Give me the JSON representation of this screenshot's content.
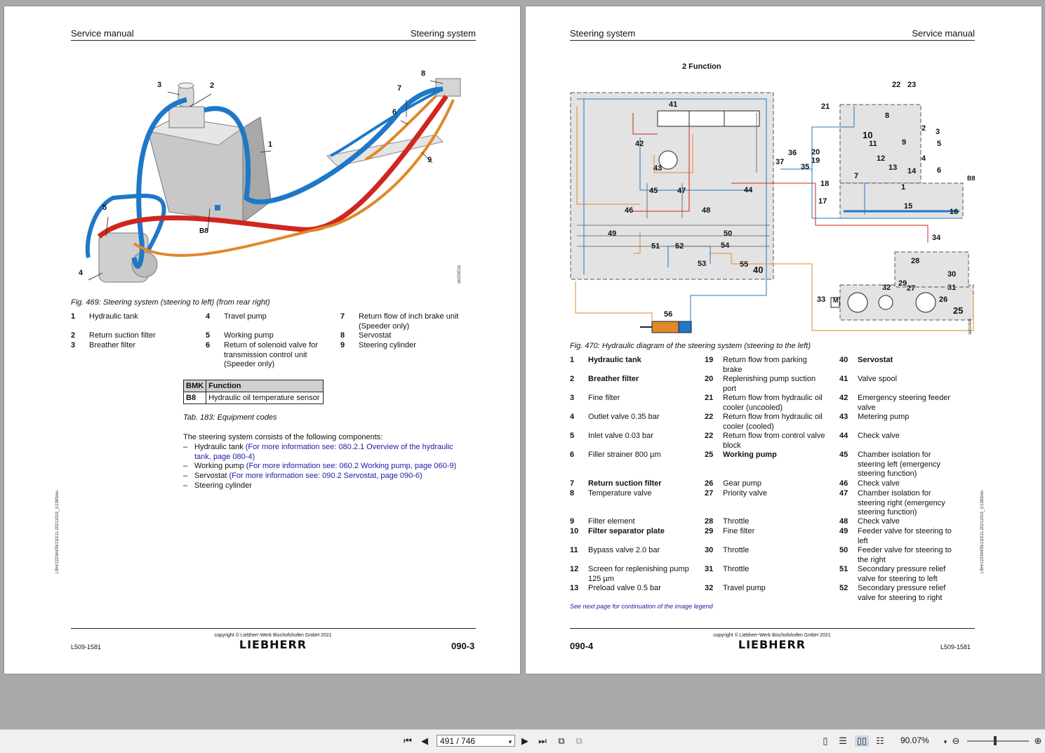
{
  "left_page": {
    "header_left": "Service manual",
    "header_right": "Steering system",
    "figure_callouts": [
      "1",
      "2",
      "3",
      "4",
      "5",
      "6",
      "7",
      "8",
      "9",
      "B8"
    ],
    "figure_code": "sk02401b",
    "caption": "Fig. 469: Steering system (steering to left) (from rear right)",
    "legend": [
      {
        "num": "1",
        "text": "Hydraulic tank"
      },
      {
        "num": "2",
        "text": "Return suction filter"
      },
      {
        "num": "3",
        "text": "Breather filter"
      },
      {
        "num": "4",
        "text": "Travel pump"
      },
      {
        "num": "5",
        "text": "Working pump"
      },
      {
        "num": "6",
        "text": "Return of solenoid valve for transmission control unit (Speeder only)"
      },
      {
        "num": "7",
        "text": "Return flow of inch brake unit (Speeder only)"
      },
      {
        "num": "8",
        "text": "Servostat"
      },
      {
        "num": "9",
        "text": "Steering cylinder"
      }
    ],
    "table": {
      "headers": [
        "BMK",
        "Function"
      ],
      "rows": [
        [
          "B8",
          "Hydraulic oil temperature sensor"
        ]
      ]
    },
    "table_caption": "Tab. 183: Equipment codes",
    "intro": "The steering system consists of the following components:",
    "bullets": [
      {
        "text": "Hydraulic tank ",
        "link": "(For more information see: 080.2.1 Overview of the hydraulic tank, page 080-4)"
      },
      {
        "text": "Working pump ",
        "link": "(For more information see: 060.2 Working pump, page 060-9)"
      },
      {
        "text": "Servostat ",
        "link": "(For more information see: 090.2 Servostat, page 090-6)"
      },
      {
        "text": "Steering cylinder",
        "link": ""
      }
    ],
    "side_code": "LBH/12234435/13/211-20211019_1/1383/en",
    "footer_doc": "L509-1581",
    "copyright": "copyright © Liebherr-Werk Bischofshofen GmbH 2021",
    "logo": "LIEBHERR",
    "page_number": "090-3"
  },
  "right_page": {
    "header_left": "Steering system",
    "header_right": "Service manual",
    "section_title": "2 Function",
    "diagram_code": "sk02400",
    "diagram_labels": [
      "41",
      "42",
      "43",
      "45",
      "46",
      "47",
      "48",
      "49",
      "50",
      "51",
      "52",
      "53",
      "54",
      "55",
      "40",
      "44",
      "36",
      "37",
      "35",
      "56",
      "21",
      "8",
      "10",
      "11",
      "9",
      "12",
      "13",
      "14",
      "20",
      "19",
      "7",
      "1",
      "2",
      "3",
      "5",
      "4",
      "6",
      "B8",
      "18",
      "17",
      "15",
      "16",
      "22",
      "23",
      "34",
      "28",
      "29",
      "27",
      "30",
      "31",
      "32",
      "33",
      "26",
      "25",
      "M"
    ],
    "caption": "Fig. 470: Hydraulic diagram of the steering system (steering to the left)",
    "legend_col1": [
      {
        "num": "1",
        "text": "Hydraulic tank",
        "bold": true
      },
      {
        "num": "2",
        "text": "Breather filter",
        "bold": true
      },
      {
        "num": "3",
        "text": "Fine filter",
        "bold": false
      },
      {
        "num": "4",
        "text": "Outlet valve 0.35 bar",
        "bold": false
      },
      {
        "num": "5",
        "text": "Inlet valve 0.03 bar",
        "bold": false
      },
      {
        "num": "6",
        "text": "Filler strainer 800 µm",
        "bold": false
      },
      {
        "num": "7",
        "text": "Return suction filter",
        "bold": true
      },
      {
        "num": "8",
        "text": "Temperature valve",
        "bold": false
      },
      {
        "num": "9",
        "text": "Filter element",
        "bold": false
      },
      {
        "num": "10",
        "text": "Filter separator plate",
        "bold": true
      },
      {
        "num": "11",
        "text": "Bypass valve 2.0 bar",
        "bold": false
      },
      {
        "num": "12",
        "text": "Screen for replenishing pump 125 µm",
        "bold": false
      },
      {
        "num": "13",
        "text": "Preload valve 0.5 bar",
        "bold": false
      }
    ],
    "legend_col2": [
      {
        "num": "19",
        "text": "Return flow from parking brake",
        "bold": false
      },
      {
        "num": "20",
        "text": "Replenishing pump suction port",
        "bold": false
      },
      {
        "num": "21",
        "text": "Return flow from hydraulic oil cooler (uncooled)",
        "bold": false
      },
      {
        "num": "22",
        "text": "Return flow from hydraulic oil cooler (cooled)",
        "bold": false
      },
      {
        "num": "22",
        "text": "Return flow from control valve block",
        "bold": false
      },
      {
        "num": "25",
        "text": "Working pump",
        "bold": true
      },
      {
        "num": "26",
        "text": "Gear pump",
        "bold": false
      },
      {
        "num": "27",
        "text": "Priority valve",
        "bold": false
      },
      {
        "num": "28",
        "text": "Throttle",
        "bold": false
      },
      {
        "num": "29",
        "text": "Fine filter",
        "bold": false
      },
      {
        "num": "30",
        "text": "Throttle",
        "bold": false
      },
      {
        "num": "31",
        "text": "Throttle",
        "bold": false
      },
      {
        "num": "32",
        "text": "Travel pump",
        "bold": false
      }
    ],
    "legend_col3": [
      {
        "num": "40",
        "text": "Servostat",
        "bold": true
      },
      {
        "num": "41",
        "text": "Valve spool",
        "bold": false
      },
      {
        "num": "42",
        "text": "Emergency steering feeder valve",
        "bold": false
      },
      {
        "num": "43",
        "text": "Metering pump",
        "bold": false
      },
      {
        "num": "44",
        "text": "Check valve",
        "bold": false
      },
      {
        "num": "45",
        "text": "Chamber isolation for steering left (emergency steering function)",
        "bold": false
      },
      {
        "num": "46",
        "text": "Check valve",
        "bold": false
      },
      {
        "num": "47",
        "text": "Chamber isolation for steering right (emergency steering function)",
        "bold": false
      },
      {
        "num": "48",
        "text": "Check valve",
        "bold": false
      },
      {
        "num": "49",
        "text": "Feeder valve for steering to left",
        "bold": false
      },
      {
        "num": "50",
        "text": "Feeder valve for steering to the right",
        "bold": false
      },
      {
        "num": "51",
        "text": "Secondary pressure relief valve for steering to left",
        "bold": false
      },
      {
        "num": "52",
        "text": "Secondary pressure relief valve for steering to right",
        "bold": false
      }
    ],
    "continuation": "See next page for continuation of the image legend",
    "side_code": "LBH/12234435/13/211-20211019_1/1383/en",
    "footer_doc": "L509-1581",
    "copyright": "copyright © Liebherr-Werk Bischofshofen GmbH 2021",
    "logo": "LIEBHERR",
    "page_number": "090-4"
  },
  "toolbar": {
    "page_field": "491 / 746",
    "zoom": "90.07%",
    "icons": [
      "first-page-icon",
      "prev-page-icon",
      "next-page-icon",
      "last-page-icon",
      "copy-icon",
      "paste-icon",
      "single-page-icon",
      "continuous-icon",
      "two-page-icon",
      "two-page-continuous-icon",
      "zoom-out-icon",
      "zoom-in-icon"
    ]
  },
  "colors": {
    "tank_blue": "#1e78c8",
    "pressure_red": "#d0261e",
    "orange": "#e0882a",
    "toolbar_bg": "#f0f0f0",
    "viewer_bg": "#a9a9a9",
    "link": "#1a1aa6"
  }
}
